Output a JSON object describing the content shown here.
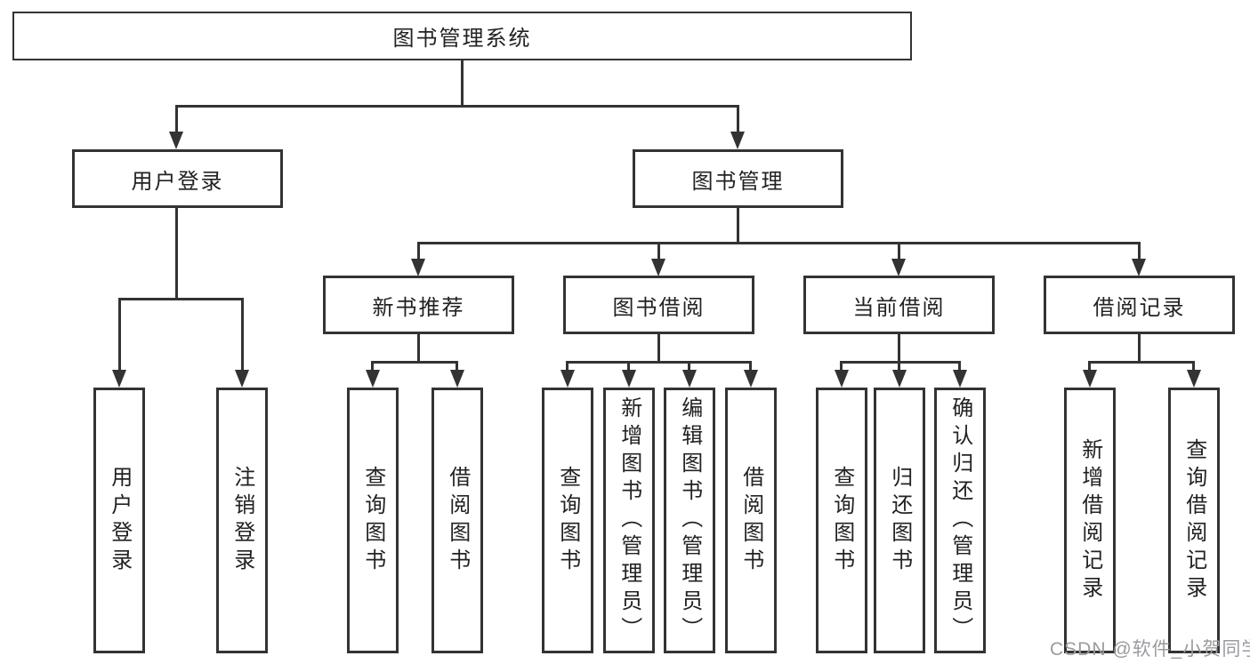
{
  "colors": {
    "line": "#333333",
    "text": "#222222",
    "watermark": "#9b9b9f",
    "background": "#ffffff"
  },
  "tree": {
    "label": "图书管理系统",
    "children": [
      {
        "label": "用户登录",
        "children": [
          {
            "label": "用户登录"
          },
          {
            "label": "注销登录"
          }
        ]
      },
      {
        "label": "图书管理",
        "children": [
          {
            "label": "新书推荐",
            "children": [
              {
                "label": "查询图书"
              },
              {
                "label": "借阅图书"
              }
            ]
          },
          {
            "label": "图书借阅",
            "children": [
              {
                "label": "查询图书"
              },
              {
                "label": "新增图书（管理员）"
              },
              {
                "label": "编辑图书（管理员）"
              },
              {
                "label": "借阅图书"
              }
            ]
          },
          {
            "label": "当前借阅",
            "children": [
              {
                "label": "查询图书"
              },
              {
                "label": "归还图书"
              },
              {
                "label": "确认归还（管理员）"
              }
            ]
          },
          {
            "label": "借阅记录",
            "children": [
              {
                "label": "新增借阅记录"
              },
              {
                "label": "查询借阅记录"
              }
            ]
          }
        ]
      }
    ]
  },
  "watermark": {
    "text": "CSDN @软件_小贺同学"
  }
}
